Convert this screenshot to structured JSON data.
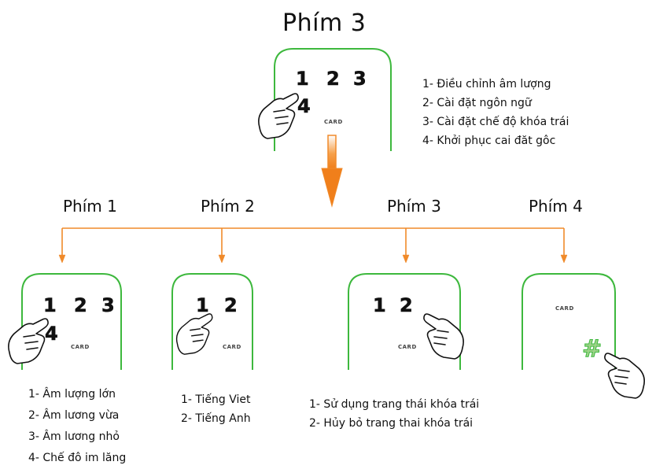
{
  "title": "Phím 3",
  "top_panel": {
    "keys": [
      "1",
      "2",
      "3"
    ],
    "pressed_key": "4",
    "card_label": "CARD",
    "menu": [
      "1- Điều chỉnh âm lượng",
      "2- Cài đặt ngôn ngữ",
      "3- Cài đặt chế độ khóa trái",
      "4- Khởi phục cai đăt gôc"
    ]
  },
  "branches": [
    {
      "label": "Phím 1",
      "keys": [
        "1",
        "2",
        "3"
      ],
      "pressed_key": "4",
      "card_label": "CARD",
      "options": [
        "1- Âm lượng lớn",
        "2- Âm lương vừa",
        "3- Âm lương nhỏ",
        "4- Chế đô im lăng"
      ]
    },
    {
      "label": "Phím 2",
      "keys": [
        "1",
        "2"
      ],
      "card_label": "CARD",
      "options": [
        "1- Tiếng Viet",
        "2- Tiếng Anh"
      ]
    },
    {
      "label": "Phím 3",
      "keys": [
        "1",
        "2"
      ],
      "card_label": "CARD",
      "options": [
        "1- Sử dụng trang thái khóa trái",
        "2- Hủy bỏ trang thai khóa trái"
      ]
    },
    {
      "label": "Phím 4",
      "card_label": "CARD",
      "hash_symbol": "#"
    }
  ],
  "colors": {
    "panel_outline": "#3db83d",
    "arrow": "#f08a2a",
    "text": "#111111"
  }
}
